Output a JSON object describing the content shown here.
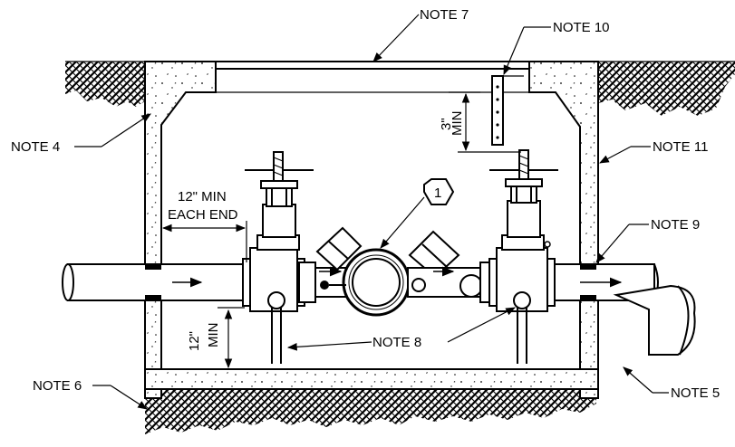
{
  "notes": {
    "note4": "NOTE 4",
    "note5": "NOTE 5",
    "note6": "NOTE 6",
    "note7": "NOTE 7",
    "note8": "NOTE 8",
    "note9": "NOTE 9",
    "note10": "NOTE 10",
    "note11": "NOTE 11"
  },
  "dimensions": {
    "min_each_end_line1": "12\" MIN",
    "min_each_end_line2": "EACH END",
    "clearance_top_value": "3\"",
    "clearance_top_unit": "MIN",
    "clearance_bottom_value": "12\"",
    "clearance_bottom_unit": "MIN"
  },
  "callout": {
    "number": "1"
  }
}
